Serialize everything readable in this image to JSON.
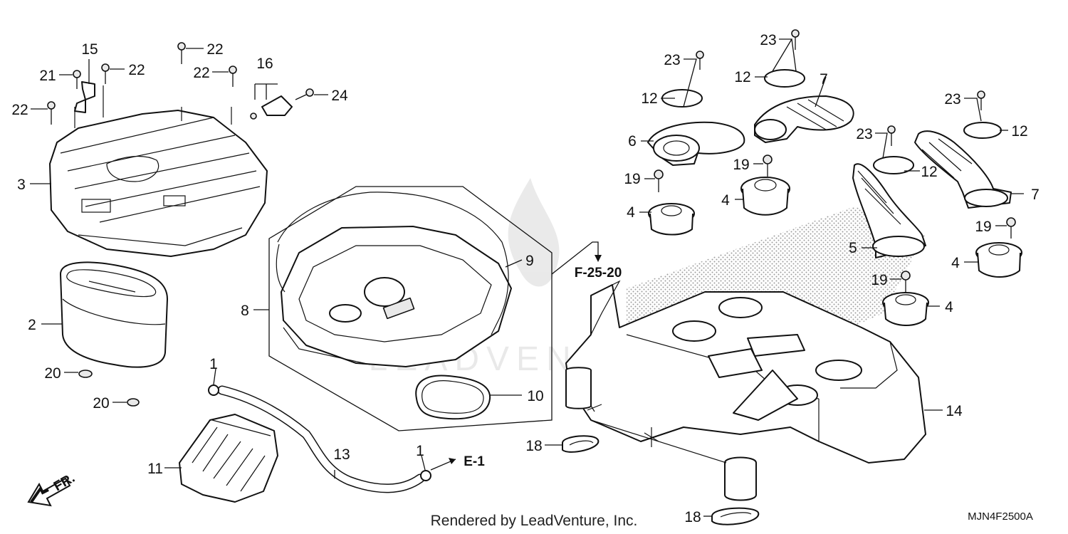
{
  "callouts": [
    {
      "id": "c1a",
      "label": "1"
    },
    {
      "id": "c1b",
      "label": "1"
    },
    {
      "id": "c2",
      "label": "2"
    },
    {
      "id": "c3",
      "label": "3"
    },
    {
      "id": "c4a",
      "label": "4"
    },
    {
      "id": "c4b",
      "label": "4"
    },
    {
      "id": "c4c",
      "label": "4"
    },
    {
      "id": "c4d",
      "label": "4"
    },
    {
      "id": "c5",
      "label": "5"
    },
    {
      "id": "c6",
      "label": "6"
    },
    {
      "id": "c7a",
      "label": "7"
    },
    {
      "id": "c7b",
      "label": "7"
    },
    {
      "id": "c8",
      "label": "8"
    },
    {
      "id": "c9",
      "label": "9"
    },
    {
      "id": "c10",
      "label": "10"
    },
    {
      "id": "c11",
      "label": "11"
    },
    {
      "id": "c12a",
      "label": "12"
    },
    {
      "id": "c12b",
      "label": "12"
    },
    {
      "id": "c12c",
      "label": "12"
    },
    {
      "id": "c12d",
      "label": "12"
    },
    {
      "id": "c13",
      "label": "13"
    },
    {
      "id": "c14",
      "label": "14"
    },
    {
      "id": "c15",
      "label": "15"
    },
    {
      "id": "c16",
      "label": "16"
    },
    {
      "id": "c18a",
      "label": "18"
    },
    {
      "id": "c18b",
      "label": "18"
    },
    {
      "id": "c19a",
      "label": "19"
    },
    {
      "id": "c19b",
      "label": "19"
    },
    {
      "id": "c19c",
      "label": "19"
    },
    {
      "id": "c19d",
      "label": "19"
    },
    {
      "id": "c20a",
      "label": "20"
    },
    {
      "id": "c20b",
      "label": "20"
    },
    {
      "id": "c21",
      "label": "21"
    },
    {
      "id": "c22a",
      "label": "22"
    },
    {
      "id": "c22b",
      "label": "22"
    },
    {
      "id": "c22c",
      "label": "22"
    },
    {
      "id": "c22d",
      "label": "22"
    },
    {
      "id": "c23a",
      "label": "23"
    },
    {
      "id": "c23b",
      "label": "23"
    },
    {
      "id": "c23c",
      "label": "23"
    },
    {
      "id": "c23d",
      "label": "23"
    },
    {
      "id": "c24",
      "label": "24"
    }
  ],
  "references": {
    "section_ref": "F-25-20",
    "engine_ref": "E-1"
  },
  "front_indicator": "FR.",
  "credit": "Rendered by LeadVenture, Inc.",
  "drawing_number": "MJN4F2500A",
  "watermark_text": "LEADVENTURE",
  "colors": {
    "line": "#111111",
    "background": "#ffffff",
    "stipple": "#8a8a8a"
  }
}
